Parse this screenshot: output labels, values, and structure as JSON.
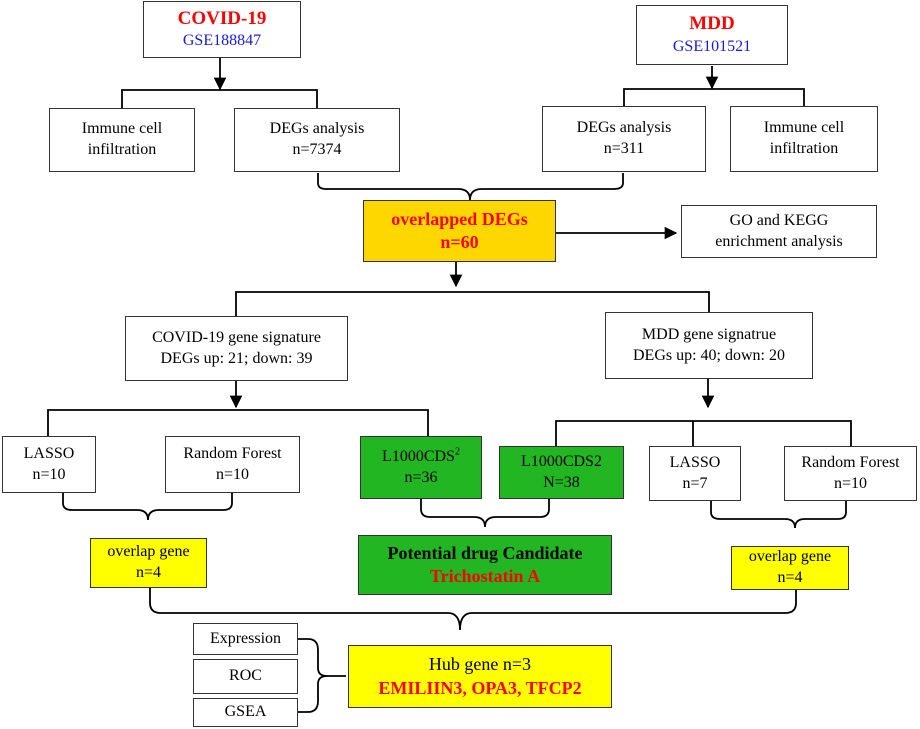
{
  "covid": {
    "title": "COVID-19",
    "dataset": "GSE188847"
  },
  "mdd": {
    "title": "MDD",
    "dataset": "GSE101521"
  },
  "covid_immune": {
    "line1": "Immune cell",
    "line2": "infiltration"
  },
  "covid_degs": {
    "line1": "DEGs analysis",
    "line2": "n=7374"
  },
  "mdd_degs": {
    "line1": "DEGs analysis",
    "line2": "n=311"
  },
  "mdd_immune": {
    "line1": "Immune cell",
    "line2": "infiltration"
  },
  "overlapped": {
    "line1": "overlapped  DEGs",
    "line2": "n=60"
  },
  "enrichment": {
    "line1": "GO and KEGG",
    "line2": "enrichment  analysis"
  },
  "covid_signature": {
    "line1": "COVID-19 gene signature",
    "line2": "DEGs up: 21; down: 39"
  },
  "mdd_signature": {
    "line1": "MDD gene signatrue",
    "line2": "DEGs up: 40; down: 20"
  },
  "covid_lasso": {
    "line1": "LASSO",
    "line2": "n=10"
  },
  "covid_rf": {
    "line1": "Random Forest",
    "line2": "n=10"
  },
  "l1000_a": {
    "name": "L1000CDS",
    "sup": "2",
    "line2": "n=36"
  },
  "l1000_b": {
    "line1": "L1000CDS2",
    "line2": "N=38"
  },
  "mdd_lasso": {
    "line1": "LASSO",
    "line2": "n=7"
  },
  "mdd_rf": {
    "line1": "Random Forest",
    "line2": "n=10"
  },
  "covid_overlap": {
    "line1": "overlap gene",
    "line2": "n=4"
  },
  "drug": {
    "line1": "Potential drug  Candidate",
    "line2": "Trichostatin  A"
  },
  "mdd_overlap": {
    "line1": "overlap gene",
    "line2": "n=4"
  },
  "validation": [
    "Expression",
    "ROC",
    "GSEA"
  ],
  "hub": {
    "line1": "Hub gene  n=3",
    "line2": "EMILIIN3,  OPA3,  TFCP2"
  },
  "colors": {
    "highlight_text": "#ff0000",
    "dataset_text": "#1a1adc",
    "yellow_box": "#ffff00",
    "gold_box": "#ffd700",
    "green_box": "#22b722"
  }
}
